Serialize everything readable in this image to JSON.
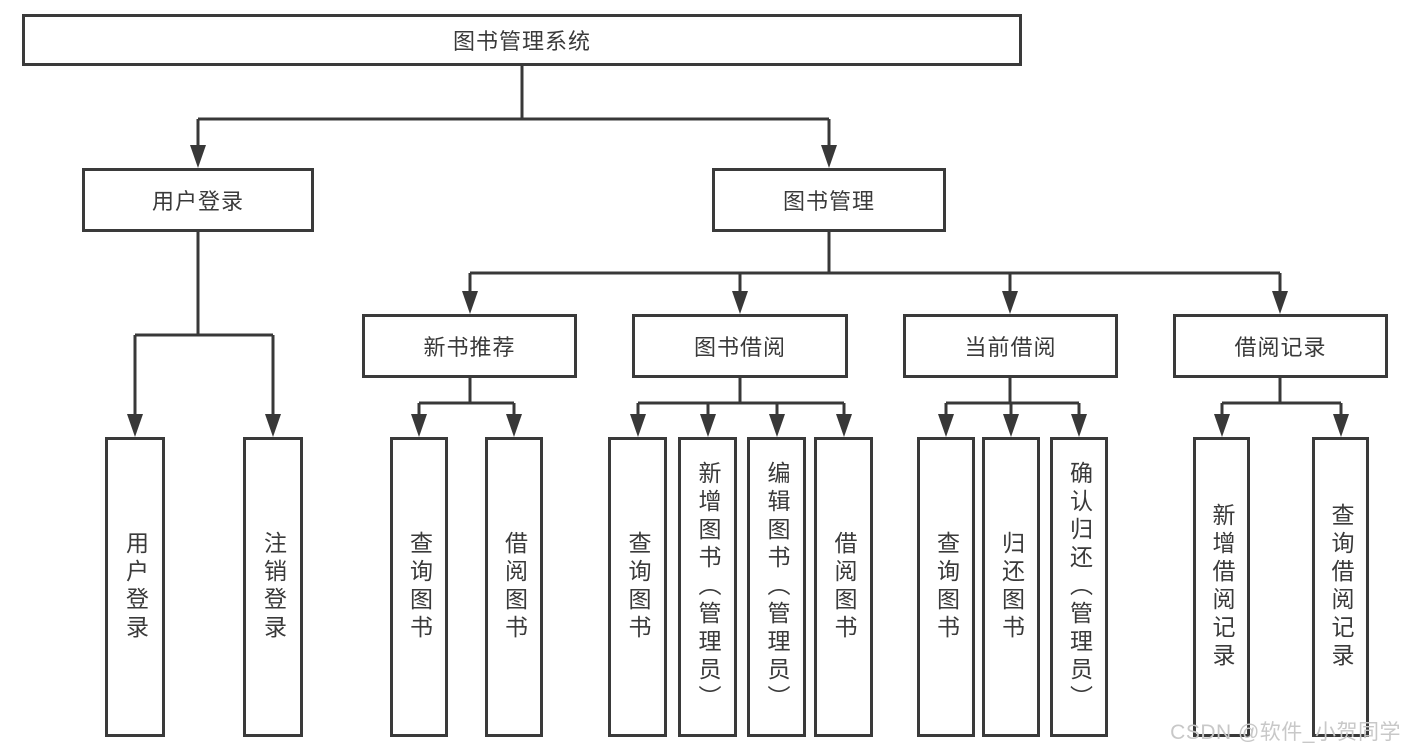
{
  "diagram": {
    "root": "图书管理系统",
    "level2": {
      "user_login": "用户登录",
      "book_mgmt": "图书管理"
    },
    "level3": {
      "new_books": "新书推荐",
      "book_borrow": "图书借阅",
      "current_borrow": "当前借阅",
      "borrow_records": "借阅记录"
    },
    "leaves": {
      "user_login": [
        "用户登录",
        "注销登录"
      ],
      "new_books": [
        "查询图书",
        "借阅图书"
      ],
      "book_borrow": [
        "查询图书",
        "新增图书（管理员）",
        "编辑图书（管理员）",
        "借阅图书"
      ],
      "current_borrow": [
        "查询图书",
        "归还图书",
        "确认归还（管理员）"
      ],
      "borrow_records": [
        "新增借阅记录",
        "查询借阅记录"
      ]
    }
  },
  "watermark": "CSDN @软件_小贺同学",
  "colors": {
    "line": "#383838",
    "text": "#3a3a3a",
    "watermark": "#c8c8c8"
  }
}
